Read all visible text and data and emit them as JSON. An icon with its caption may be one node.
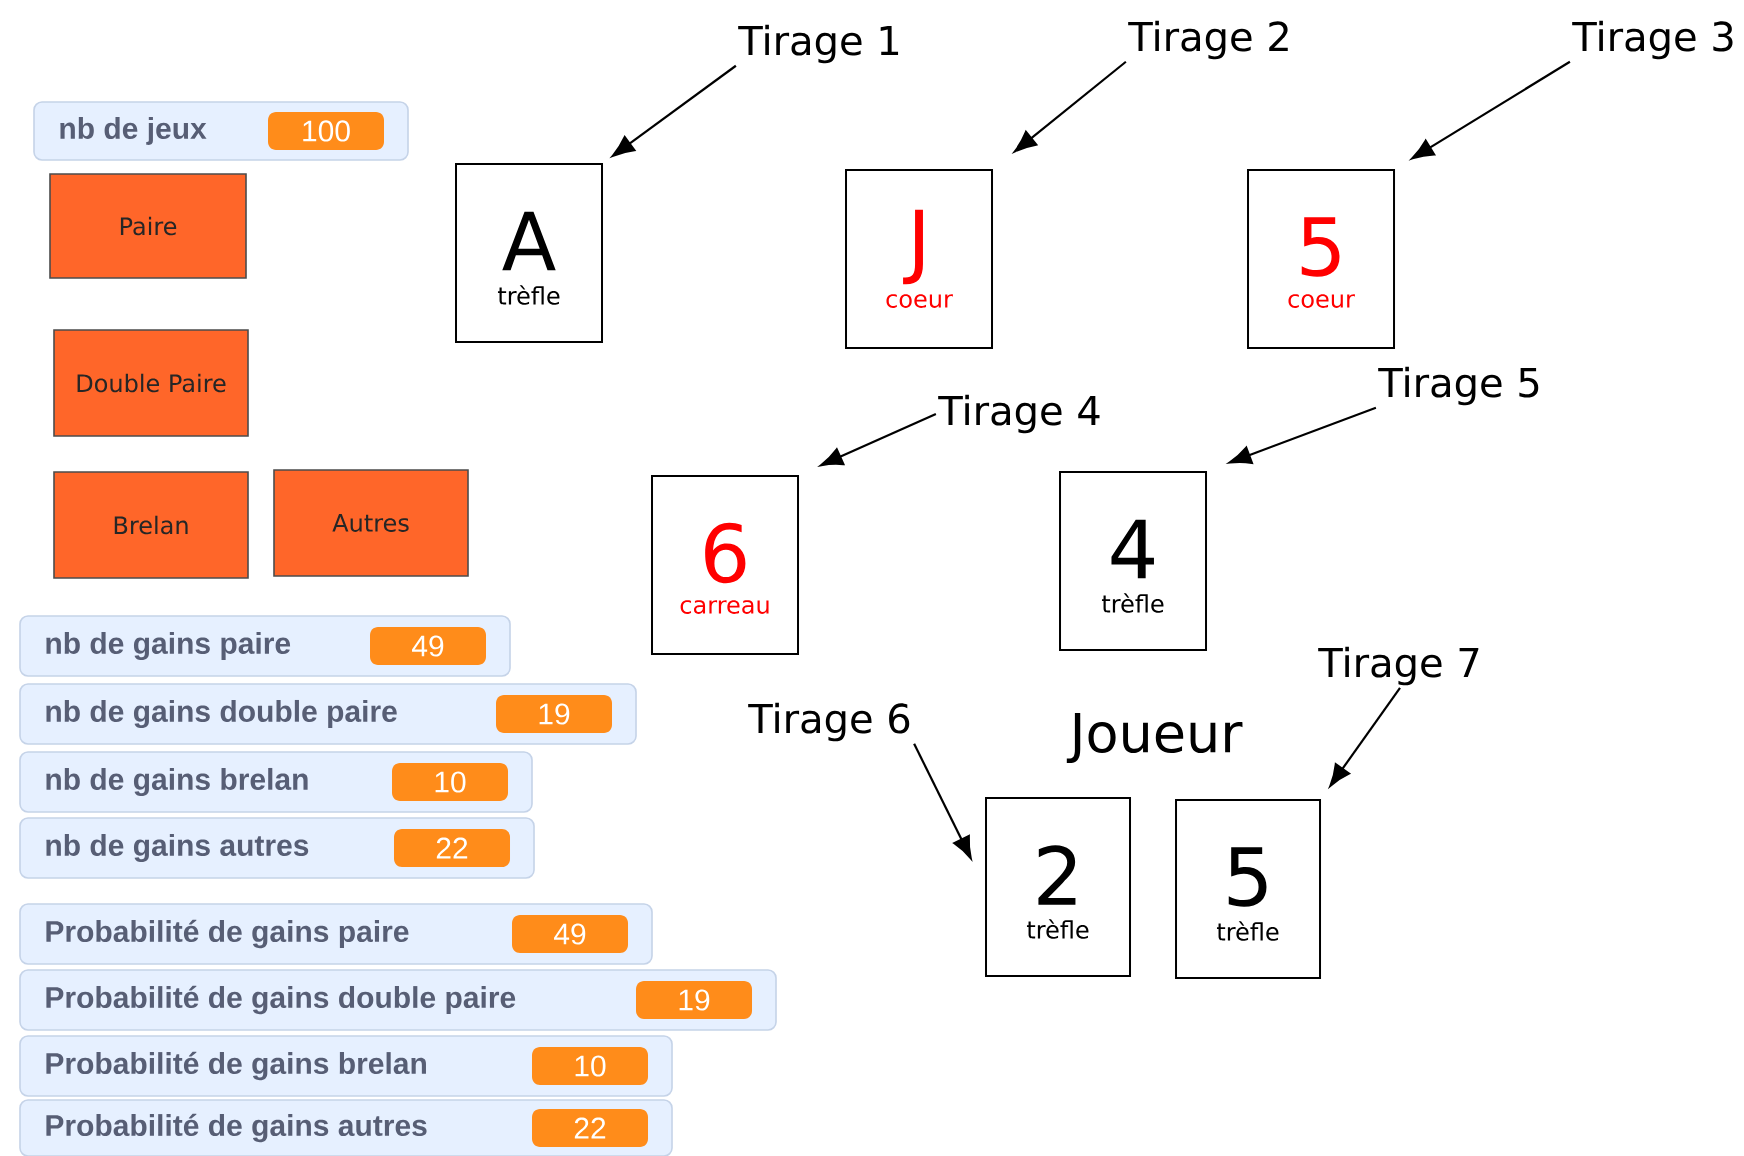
{
  "diagram": {
    "nodes": [
      {
        "text": [
          "nb de jeux",
          "100"
        ]
      },
      {
        "text": [
          "Paire"
        ]
      },
      {
        "text": [
          "Double Paire"
        ]
      },
      {
        "text": [
          "Brelan"
        ]
      },
      {
        "text": [
          "Autres"
        ]
      },
      {
        "text": [
          "nb de gains paire",
          "49"
        ]
      },
      {
        "text": [
          "nb de gains double paire",
          "19"
        ]
      },
      {
        "text": [
          "nb de gains brelan",
          "10"
        ]
      },
      {
        "text": [
          "nb de gains autres",
          "22"
        ]
      },
      {
        "text": [
          "Probabilité de gains paire",
          "49"
        ]
      },
      {
        "text": [
          "Probabilité de gains double paire",
          "19"
        ]
      },
      {
        "text": [
          "Probabilité de gains brelan",
          "10"
        ]
      },
      {
        "text": [
          "Probabilité de gains autres",
          "22"
        ]
      },
      {
        "text": [
          "A",
          "trèfle"
        ]
      },
      {
        "text": [
          "J",
          "coeur"
        ]
      },
      {
        "text": [
          "5",
          "coeur"
        ]
      },
      {
        "text": [
          "6",
          "carreau"
        ]
      },
      {
        "text": [
          "4",
          "trèfle"
        ]
      },
      {
        "text": [
          "2",
          "trèfle"
        ]
      },
      {
        "text": [
          "5",
          "trèfle"
        ]
      },
      {
        "text": [
          "Tirage 1"
        ]
      },
      {
        "text": [
          "Tirage 2"
        ]
      },
      {
        "text": [
          "Tirage 3"
        ]
      },
      {
        "text": [
          "Tirage 4"
        ]
      },
      {
        "text": [
          "Tirage 5"
        ]
      },
      {
        "text": [
          "Tirage 6"
        ]
      },
      {
        "text": [
          "Tirage 7"
        ]
      }
    ],
    "edges": [
      {
        "from": 20,
        "to": 13,
        "arrow": "to"
      },
      {
        "from": 21,
        "to": 14,
        "arrow": "to"
      },
      {
        "from": 22,
        "to": 15,
        "arrow": "to"
      },
      {
        "from": 23,
        "to": 16,
        "arrow": "to"
      },
      {
        "from": 24,
        "to": 17,
        "arrow": "to"
      },
      {
        "from": 25,
        "to": 18,
        "arrow": "to"
      },
      {
        "from": 26,
        "to": 19,
        "arrow": "to"
      }
    ],
    "labels": [
      "Joueur"
    ]
  }
}
